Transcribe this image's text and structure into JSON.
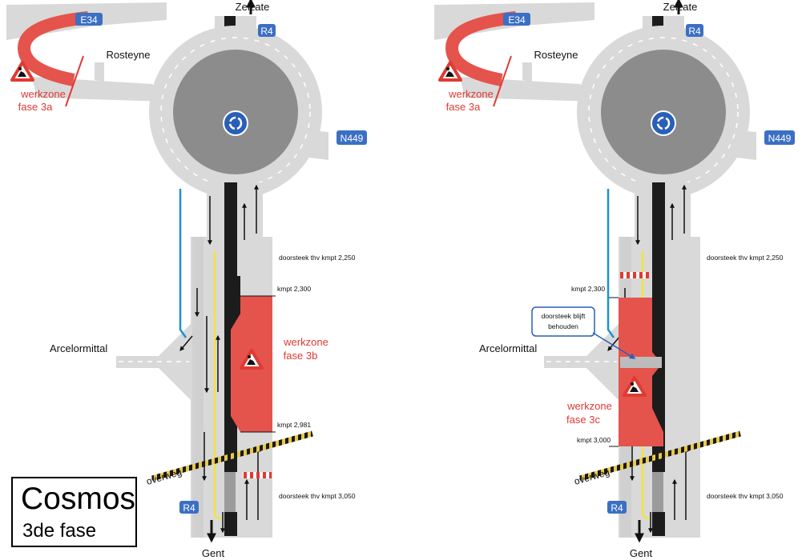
{
  "title": {
    "main": "Cosmos",
    "sub": "3de fase"
  },
  "colors": {
    "road": "#d9d9d9",
    "dark": "#1c1c1c",
    "roundabout": "#8c8c8c",
    "work": "#e4544c",
    "label_red": "#e03a32",
    "sign_blue": "#3b6fc4",
    "yellow": "#f2e33a",
    "cyan": "#1f8fd0"
  },
  "left": {
    "signs": {
      "e34": "E34",
      "r4_top": "R4",
      "n449": "N449",
      "r4_bottom": "R4"
    },
    "places": {
      "zelzate": "Zelzate",
      "rosteyne": "Rosteyne",
      "arcelormittal": "Arcelormittal",
      "gent": "Gent"
    },
    "zone_3a": {
      "line1": "werkzone",
      "line2": "fase 3a"
    },
    "zone_main": {
      "line1": "werkzone",
      "line2": "fase 3b"
    },
    "kmpt": {
      "a": "doorsteek thv kmpt 2,250",
      "b": "kmpt 2,300",
      "c": "kmpt 2,981",
      "d": "doorsteek thv kmpt 3,050"
    },
    "rail": "overweg"
  },
  "right": {
    "signs": {
      "e34": "E34",
      "r4_top": "R4",
      "n449": "N449",
      "r4_bottom": "R4"
    },
    "places": {
      "zelzate": "Zelzate",
      "rosteyne": "Rosteyne",
      "arcelormittal": "Arcelormittal",
      "gent": "Gent"
    },
    "zone_3a": {
      "line1": "werkzone",
      "line2": "fase 3a"
    },
    "zone_main": {
      "line1": "werkzone",
      "line2": "fase 3c"
    },
    "kmpt": {
      "a": "doorsteek thv kmpt 2,250",
      "b": "kmpt 2,300",
      "c": "kmpt 3,000",
      "d": "doorsteek thv kmpt 3,050"
    },
    "callout": {
      "line1": "doorsteek blijft",
      "line2": "behouden"
    },
    "rail": "overweg"
  }
}
